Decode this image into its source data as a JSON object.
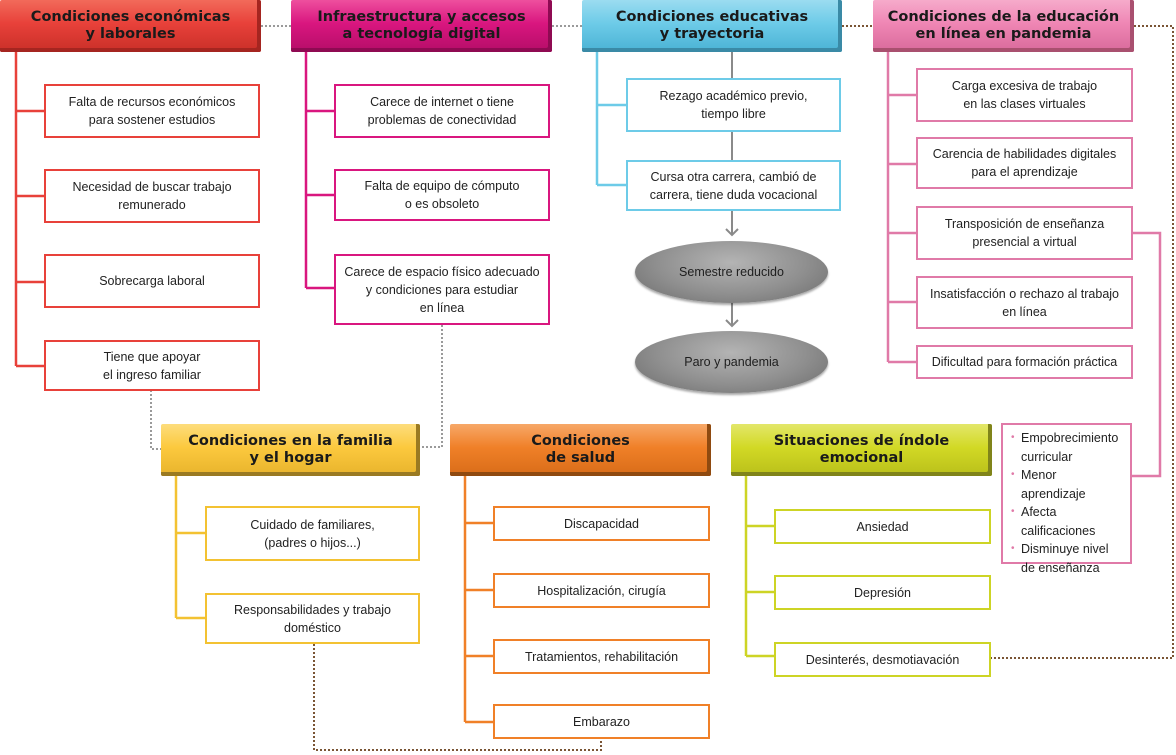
{
  "colors": {
    "economic": "#e8413a",
    "infrastructure": "#d9167f",
    "educational": "#6dcbe8",
    "online": "#ef86b4",
    "family": "#fcc93e",
    "health": "#f08028",
    "emotional": "#d2d925",
    "connector_gray": "#999999",
    "connector_brown": "#7a5535",
    "ellipse_gray": "#8f8f8f"
  },
  "categories": [
    {
      "id": "economic",
      "title": "Condiciones económicas\ny laborales",
      "items": [
        "Falta de recursos económicos\npara sostener estudios",
        "Necesidad de buscar trabajo\nremunerado",
        "Sobrecarga laboral",
        "Tiene que apoyar\nel ingreso familiar"
      ]
    },
    {
      "id": "infrastructure",
      "title": "Infraestructura y accesos\na tecnología digital",
      "items": [
        "Carece de internet o tiene\nproblemas de conectividad",
        "Falta de equipo de cómputo\no es obsoleto",
        "Carece de espacio físico adecuado\ny condiciones para estudiar\nen línea"
      ]
    },
    {
      "id": "educational",
      "title": "Condiciones educativas\ny trayectoria",
      "items": [
        "Rezago académico previo,\ntiempo libre",
        "Cursa otra carrera, cambió de\ncarrera, tiene duda vocacional"
      ],
      "flow": [
        "Semestre reducido",
        "Paro y pandemia"
      ]
    },
    {
      "id": "online",
      "title": "Condiciones de la educación\nen línea en pandemia",
      "items": [
        "Carga excesiva de trabajo\nen las clases virtuales",
        "Carencia de habilidades digitales\npara el aprendizaje",
        "Transposición de enseñanza\npresencial a virtual",
        "Insatisfacción o rechazo al trabajo\nen línea",
        "Dificultad para formación práctica"
      ],
      "consequences": [
        "Empobrecimiento\ncurricular",
        "Menor aprendizaje",
        "Afecta\ncalificaciones",
        "Disminuye nivel\nde enseñanza"
      ]
    },
    {
      "id": "family",
      "title": "Condiciones en la familia\ny el hogar",
      "items": [
        "Cuidado de familiares,\n(padres o hijos...)",
        "Responsabilidades y trabajo\ndoméstico"
      ]
    },
    {
      "id": "health",
      "title": "Condiciones\nde salud",
      "items": [
        "Discapacidad",
        "Hospitalización, cirugía",
        "Tratamientos, rehabilitación",
        "Embarazo"
      ]
    },
    {
      "id": "emotional",
      "title": "Situaciones de índole\nemocional",
      "items": [
        "Ansiedad",
        "Depresión",
        "Desinterés, desmotiavación"
      ]
    }
  ]
}
